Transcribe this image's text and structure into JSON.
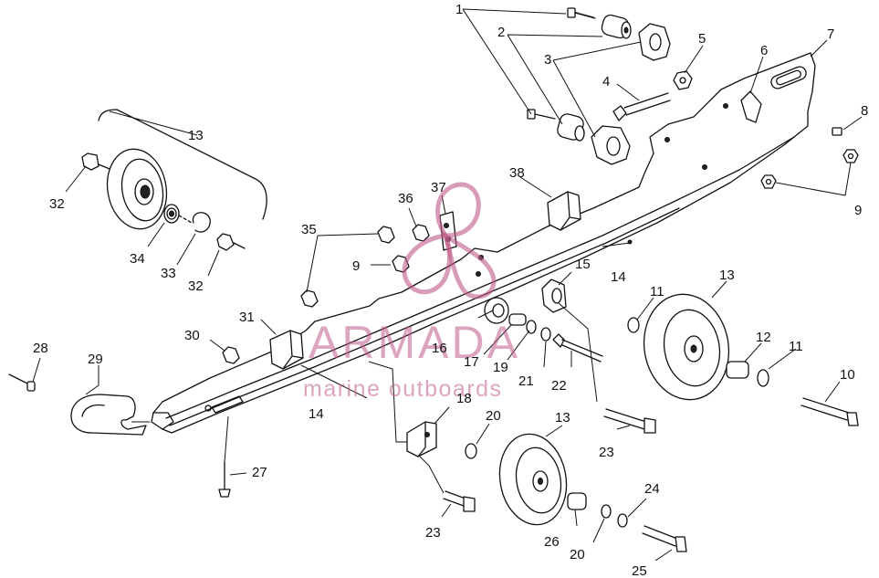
{
  "labels": [
    {
      "id": "l1",
      "text": "1"
    },
    {
      "id": "l2",
      "text": "2"
    },
    {
      "id": "l3",
      "text": "3"
    },
    {
      "id": "l4",
      "text": "4"
    },
    {
      "id": "l5",
      "text": "5"
    },
    {
      "id": "l6",
      "text": "6"
    },
    {
      "id": "l7",
      "text": "7"
    },
    {
      "id": "l8",
      "text": "8"
    },
    {
      "id": "l9a",
      "text": "9"
    },
    {
      "id": "l9b",
      "text": "9"
    },
    {
      "id": "l10",
      "text": "10"
    },
    {
      "id": "l11a",
      "text": "11"
    },
    {
      "id": "l11b",
      "text": "11"
    },
    {
      "id": "l12",
      "text": "12"
    },
    {
      "id": "l13a",
      "text": "13"
    },
    {
      "id": "l13b",
      "text": "13"
    },
    {
      "id": "l13c",
      "text": "13"
    },
    {
      "id": "l14a",
      "text": "14"
    },
    {
      "id": "l14b",
      "text": "14"
    },
    {
      "id": "l15",
      "text": "15"
    },
    {
      "id": "l16",
      "text": "16"
    },
    {
      "id": "l17",
      "text": "17"
    },
    {
      "id": "l18",
      "text": "18"
    },
    {
      "id": "l19",
      "text": "19"
    },
    {
      "id": "l20a",
      "text": "20"
    },
    {
      "id": "l20b",
      "text": "20"
    },
    {
      "id": "l21",
      "text": "21"
    },
    {
      "id": "l22",
      "text": "22"
    },
    {
      "id": "l23a",
      "text": "23"
    },
    {
      "id": "l23b",
      "text": "23"
    },
    {
      "id": "l24",
      "text": "24"
    },
    {
      "id": "l25",
      "text": "25"
    },
    {
      "id": "l26",
      "text": "26"
    },
    {
      "id": "l27",
      "text": "27"
    },
    {
      "id": "l28",
      "text": "28"
    },
    {
      "id": "l29",
      "text": "29"
    },
    {
      "id": "l30",
      "text": "30"
    },
    {
      "id": "l31",
      "text": "31"
    },
    {
      "id": "l32a",
      "text": "32"
    },
    {
      "id": "l32b",
      "text": "32"
    },
    {
      "id": "l33",
      "text": "33"
    },
    {
      "id": "l34",
      "text": "34"
    },
    {
      "id": "l35",
      "text": "35"
    },
    {
      "id": "l36",
      "text": "36"
    },
    {
      "id": "l37",
      "text": "37"
    },
    {
      "id": "l38",
      "text": "38"
    }
  ],
  "watermark": {
    "brand": "ARMADA",
    "tagline": "marine outboards",
    "color": "#c05a88"
  },
  "colors": {
    "ink": "#111111",
    "background": "#ffffff"
  }
}
